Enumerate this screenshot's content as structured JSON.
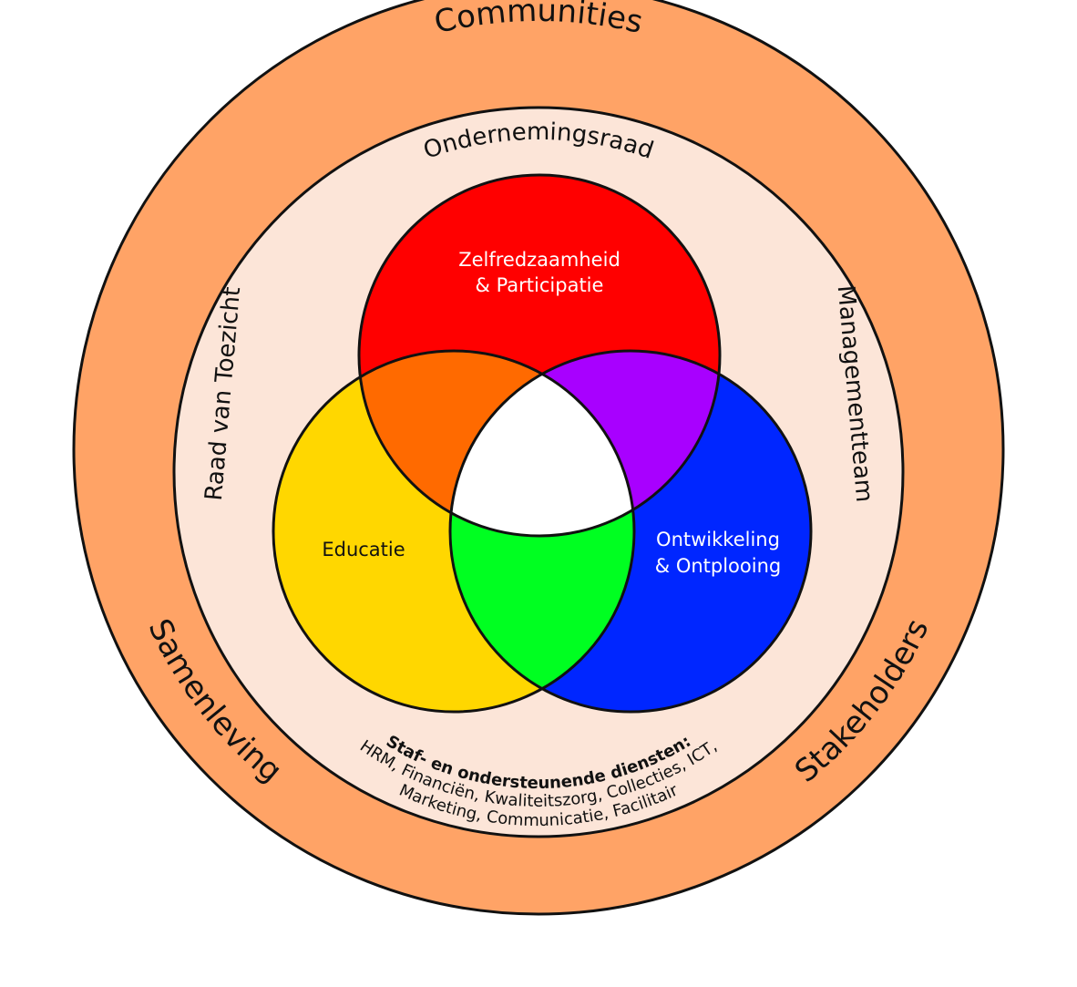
{
  "outer_ring": {
    "top": "Communities",
    "left": "Samenleving",
    "right": "Stakeholders",
    "color": "#FFA366"
  },
  "inner_ring": {
    "top": "Ondernemingsraad",
    "left": "Raad van Toezicht",
    "right": "Managementteam",
    "color": "#FCE5D8"
  },
  "venn": {
    "top": {
      "line1": "Zelfredzaamheid",
      "line2": "& Participatie",
      "color": "#FF0000",
      "text_color": "#FFFFFF"
    },
    "left": {
      "line1": "Educatie",
      "color": "#FFD700",
      "text_color": "#111111"
    },
    "right": {
      "line1": "Ontwikkeling",
      "line2": "& Ontplooing",
      "color": "#0026FF",
      "text_color": "#FFFFFF"
    },
    "overlap_top_left": "#FF6A00",
    "overlap_top_right": "#A800FF",
    "overlap_left_right": "#00FF21",
    "center": "#FFFFFF"
  },
  "staff": {
    "title": "Staf- en ondersteunende diensten:",
    "line2": "HRM, Financiën, Kwaliteitszorg, Collecties, ICT,",
    "line3": "Marketing, Communicatie, Facilitair"
  }
}
